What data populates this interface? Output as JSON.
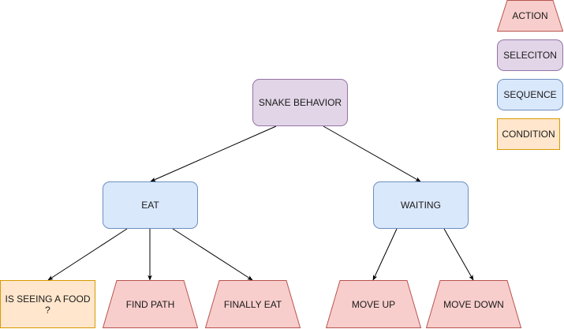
{
  "colors": {
    "selection_fill": "#e1d5e7",
    "selection_stroke": "#9673a6",
    "sequence_fill": "#dae8fc",
    "sequence_stroke": "#6c8ebf",
    "condition_fill": "#ffe6cc",
    "condition_stroke": "#d79b00",
    "action_fill": "#f8cecc",
    "action_stroke": "#b85450",
    "edge": "#000000"
  },
  "legend": {
    "action": "ACTION",
    "selection": "SELECITON",
    "sequence": "SEQUENCE",
    "condition": "CONDITION"
  },
  "nodes": {
    "root": "SNAKE BEHAVIOR",
    "eat": "EAT",
    "waiting": "WAITING",
    "seeing_food": "IS SEEING A FOOD ?",
    "find_path": "FIND PATH",
    "finally_eat": "FINALLY EAT",
    "move_up": "MOVE UP",
    "move_down": "MOVE DOWN"
  },
  "edges": [
    {
      "from": "root",
      "to": "eat"
    },
    {
      "from": "root",
      "to": "waiting"
    },
    {
      "from": "eat",
      "to": "seeing_food"
    },
    {
      "from": "eat",
      "to": "find_path"
    },
    {
      "from": "eat",
      "to": "finally_eat"
    },
    {
      "from": "waiting",
      "to": "move_up"
    },
    {
      "from": "waiting",
      "to": "move_down"
    }
  ]
}
